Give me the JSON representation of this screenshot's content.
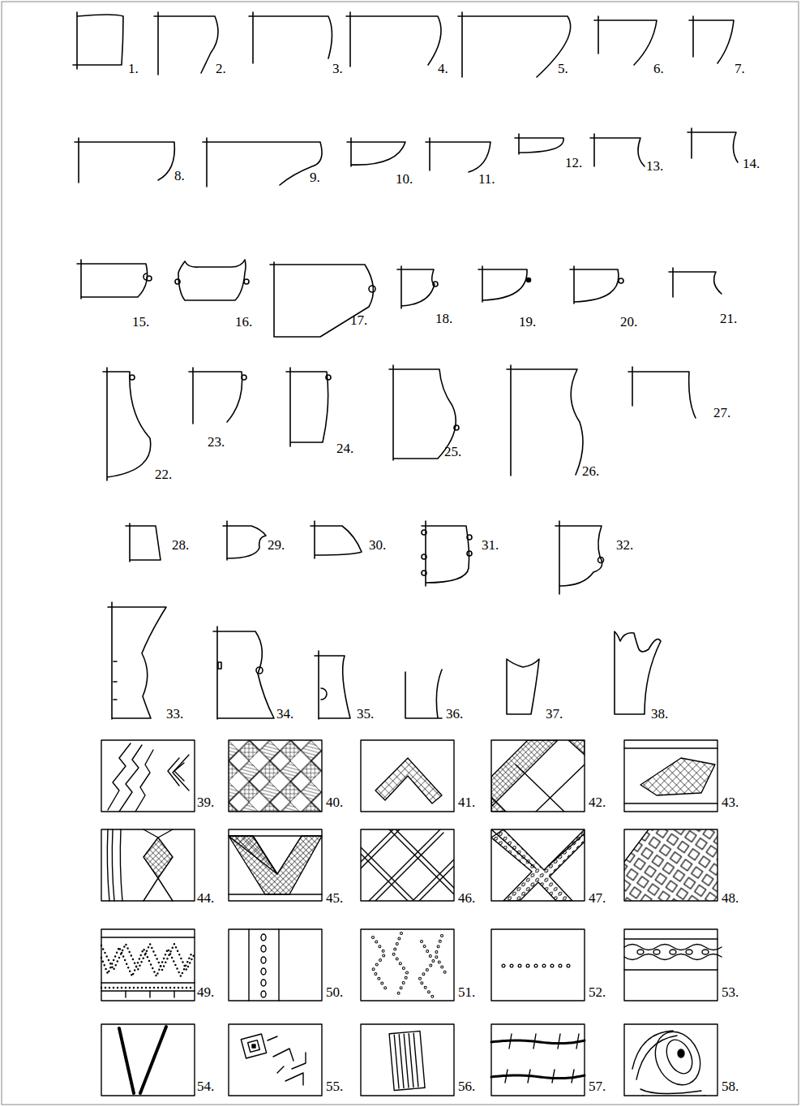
{
  "diagram": {
    "labels": [
      "1.",
      "2.",
      "3.",
      "4.",
      "5.",
      "6.",
      "7.",
      "8.",
      "9.",
      "10.",
      "11.",
      "12.",
      "13.",
      "14.",
      "15.",
      "16.",
      "17.",
      "18.",
      "19.",
      "20.",
      "21.",
      "22.",
      "23.",
      "24.",
      "25.",
      "26.",
      "27.",
      "28.",
      "29.",
      "30.",
      "31.",
      "32.",
      "33.",
      "34.",
      "35.",
      "36.",
      "37.",
      "38.",
      "39.",
      "40.",
      "41.",
      "42.",
      "43.",
      "44.",
      "45.",
      "46.",
      "47.",
      "48.",
      "49.",
      "50.",
      "51.",
      "52.",
      "53.",
      "54.",
      "55.",
      "56.",
      "57.",
      "58."
    ]
  }
}
